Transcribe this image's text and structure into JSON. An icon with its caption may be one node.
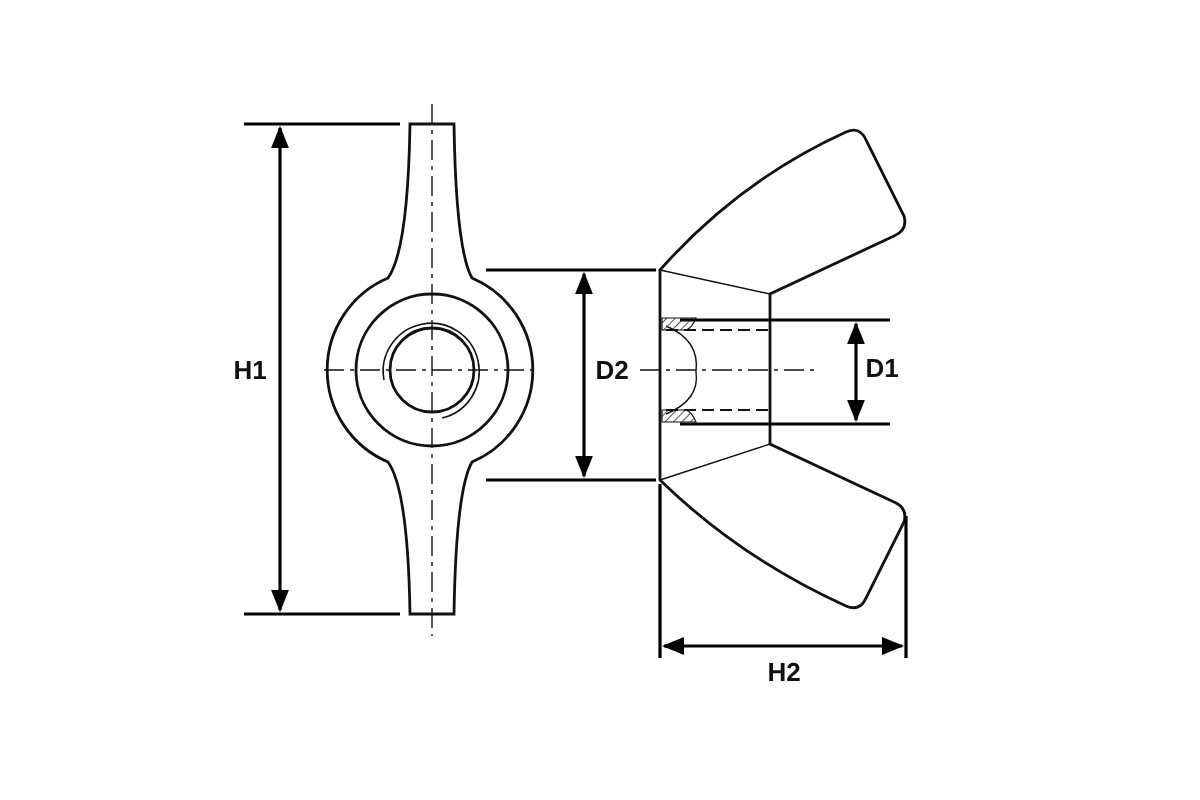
{
  "diagram": {
    "labels": [
      "H1",
      "D2",
      "D1",
      "H2"
    ]
  }
}
